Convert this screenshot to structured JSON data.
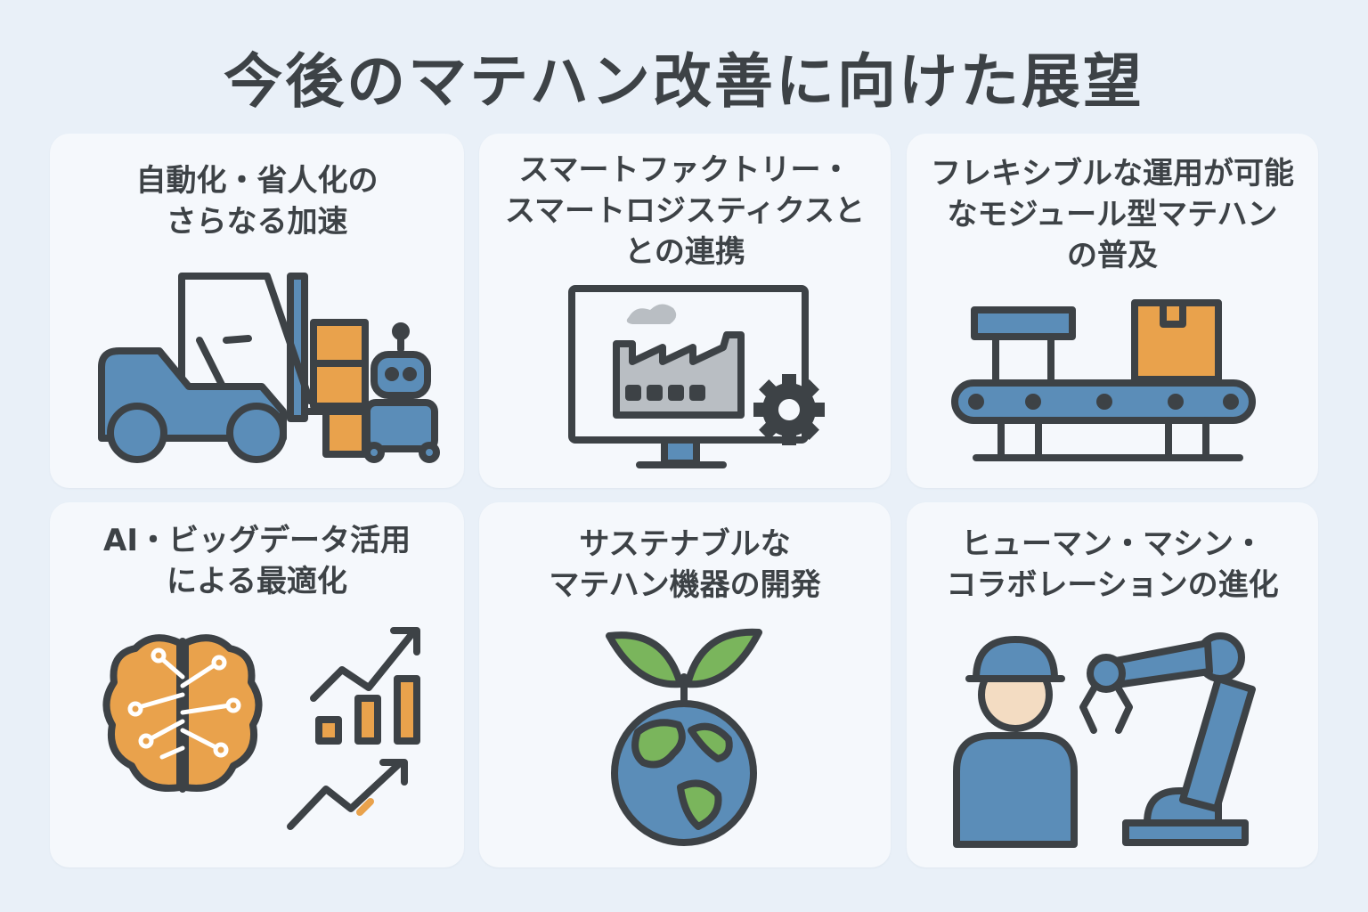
{
  "title": "今後のマテハン改善に向けた展望",
  "cards": [
    {
      "lines": [
        "自動化・省人化の",
        "さらなる加速"
      ],
      "icon": "forklift-robot-icon"
    },
    {
      "lines": [
        "スマートファクトリー・",
        "スマートロジスティクスと",
        "との連携"
      ],
      "icon": "factory-monitor-icon"
    },
    {
      "lines": [
        "フレキシブルな運用が可能",
        "なモジュール型マテハン",
        "の普及"
      ],
      "icon": "conveyor-icon"
    },
    {
      "lines": [
        "AI・ビッグデータ活用",
        "による最適化"
      ],
      "icon": "ai-brain-chart-icon"
    },
    {
      "lines": [
        "サステナブルな",
        "マテハン機器の開発"
      ],
      "icon": "earth-sprout-icon"
    },
    {
      "lines": [
        "ヒューマン・マシン・",
        "コラボレーションの進化"
      ],
      "icon": "worker-robot-arm-icon"
    }
  ],
  "colors": {
    "background": "#e9f0f8",
    "card": "#f5f8fc",
    "outline": "#3d4246",
    "blue": "#5b8db8",
    "orange": "#e9a24c",
    "green": "#7ab55c",
    "gray": "#b9bec3",
    "skin": "#f3dcc2"
  }
}
